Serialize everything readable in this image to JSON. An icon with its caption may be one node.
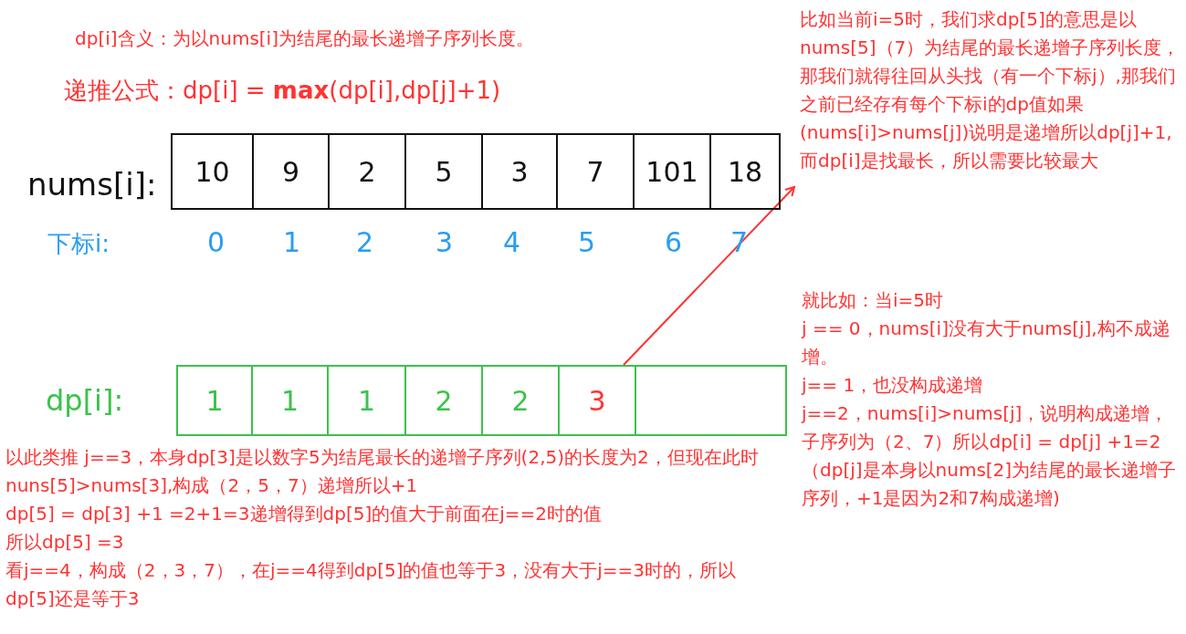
{
  "diagram": {
    "nodes": [
      {
        "text": [
          "10"
        ]
      },
      {
        "text": [
          "9"
        ]
      },
      {
        "text": [
          "2"
        ]
      },
      {
        "text": [
          "5"
        ]
      },
      {
        "text": [
          "3"
        ]
      },
      {
        "text": [
          "7"
        ]
      },
      {
        "text": [
          "101"
        ]
      },
      {
        "text": [
          "18"
        ]
      },
      {
        "text": [
          "1"
        ]
      },
      {
        "text": [
          "1"
        ]
      },
      {
        "text": [
          "1"
        ]
      },
      {
        "text": [
          "2"
        ]
      },
      {
        "text": [
          "2"
        ]
      },
      {
        "text": [
          "3"
        ]
      },
      {
        "text": [],
        "shape": "box"
      },
      {
        "text": [
          "比如当前i=5时，我们求dp[5]的意思是以nums[5]（7）为结尾的最长递增子序列长度，那我们就得往回从头找（有一个下标j）,那我们之前已经存有每个下标i的dp值如果(nums[i]>nums[j])说明是递增所以dp[j]+1,而dp[i]是找最长，所以需要比较最大"
        ]
      }
    ],
    "edges": [
      {
        "from": 13,
        "to": 15,
        "arrow": "to"
      }
    ],
    "labels": [
      "dp[i]含义：为以nums[i]为结尾的最长递增子序列长度。",
      "递推公式：dp[i] = **max**(dp[i],dp[j]+1)",
      "nums[i]:",
      "下标i:",
      "0",
      "1",
      "2",
      "3",
      "4",
      "5",
      "6",
      "7",
      "dp[i]:",
      "以此类推 j==3，本身dp[3]是以数字5为结尾最长的递增子序列(2,5)的长度为2，但现在此时nuns[5]>nums[3],构成（2，5，7）递增所以+1",
      "dp[5] = dp[3] +1 =2+1=3递增得到dp[5]的值大于前面在j==2时的值",
      "所以dp[5] =3",
      "看j==4，构成（2，3，7），在j==4得到dp[5]的值也等于3，没有大于j==3时的，所以dp[5]还是等于3",
      "就比如：当i=5时",
      "j == 0，nums[i]没有大于nums[j],构不成递增。",
      "j== 1，也没构成递增",
      "j==2，nums[i]>nums[j]，说明构成递增，子序列为（2、7）所以dp[i] = dp[j] +1=2（dp[j]是本身以nums[2]为结尾的最长递增子序列，+1是因为2和7构成递增)"
    ]
  }
}
